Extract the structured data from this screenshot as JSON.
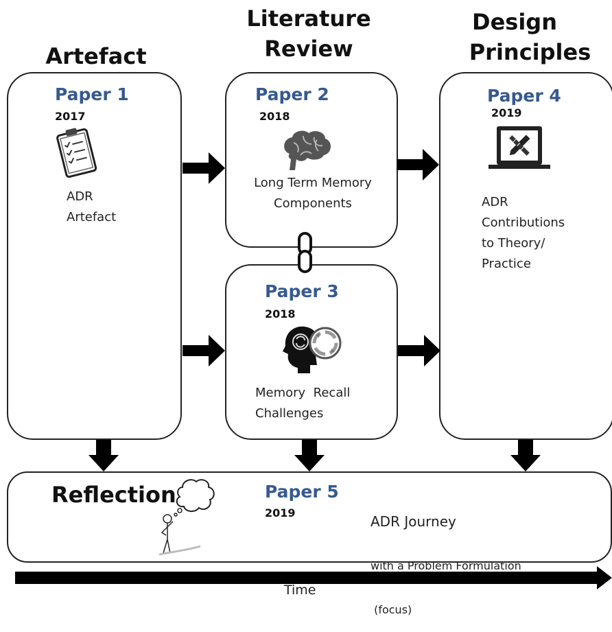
{
  "columns": {
    "artefact": "Artefact",
    "literature_review": [
      "Literature",
      "Review"
    ],
    "design_principles": [
      "Design",
      "Principles"
    ]
  },
  "papers": {
    "p1": {
      "title": "Paper 1",
      "year": "2017",
      "desc": [
        "ADR",
        "Artefact"
      ],
      "icon": "clipboard-icon"
    },
    "p2": {
      "title": "Paper 2",
      "year": "2018",
      "desc": [
        "Long Term Memory",
        "Components"
      ],
      "icon": "brain-icon"
    },
    "p3": {
      "title": "Paper 3",
      "year": "2018",
      "desc": [
        "Memory  Recall",
        "Challenges"
      ],
      "icon": "head-cycle-icon"
    },
    "p4": {
      "title": "Paper 4",
      "year": "2019",
      "desc": [
        "ADR",
        "Contributions",
        "to Theory/",
        "Practice"
      ],
      "icon": "laptop-tools-icon"
    },
    "p5": {
      "title": "Paper 5",
      "year": "2019",
      "desc": [
        "ADR Journey",
        "with a Problem Formulation",
        " (focus)"
      ],
      "icon": "thinking-person-icon"
    }
  },
  "reflection": "Reflection",
  "timeline_label": "Time",
  "colors": {
    "paper_title": "#365a8f",
    "arrow": "#000000",
    "border": "#222222"
  }
}
